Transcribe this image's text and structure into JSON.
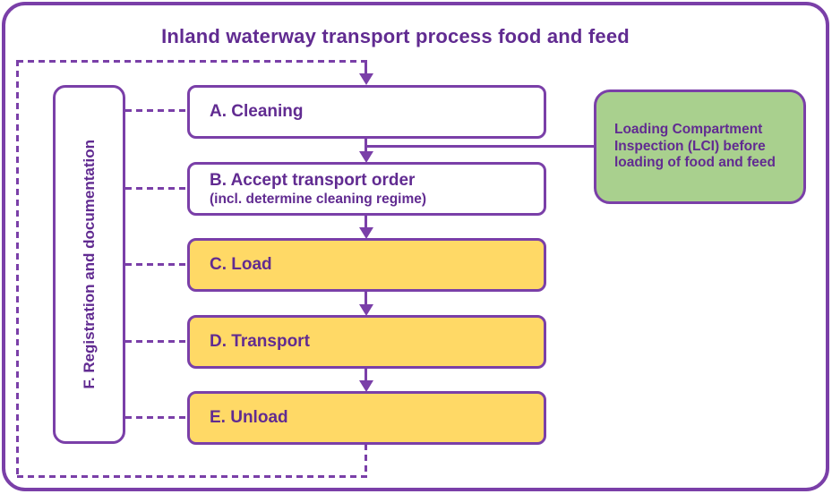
{
  "title": "Inland waterway transport process food and feed",
  "sidebar": {
    "label": "F. Registration and documentation"
  },
  "steps": [
    {
      "id": "A",
      "label": "A. Cleaning",
      "sub": "",
      "fill": "white"
    },
    {
      "id": "B",
      "label": "B. Accept transport order",
      "sub": "(incl. determine cleaning regime)",
      "fill": "white"
    },
    {
      "id": "C",
      "label": "C. Load",
      "sub": "",
      "fill": "yellow"
    },
    {
      "id": "D",
      "label": "D. Transport",
      "sub": "",
      "fill": "yellow"
    },
    {
      "id": "E",
      "label": "E. Unload",
      "sub": "",
      "fill": "yellow"
    }
  ],
  "callout": {
    "label": "Loading Compartment Inspection (LCI) before loading of food and feed"
  },
  "colors": {
    "purple_text": "#612b91",
    "purple_line": "#7a3fa8",
    "yellow_fill": "#ffd966",
    "green_fill": "#a9d08e",
    "background": "#ffffff"
  }
}
